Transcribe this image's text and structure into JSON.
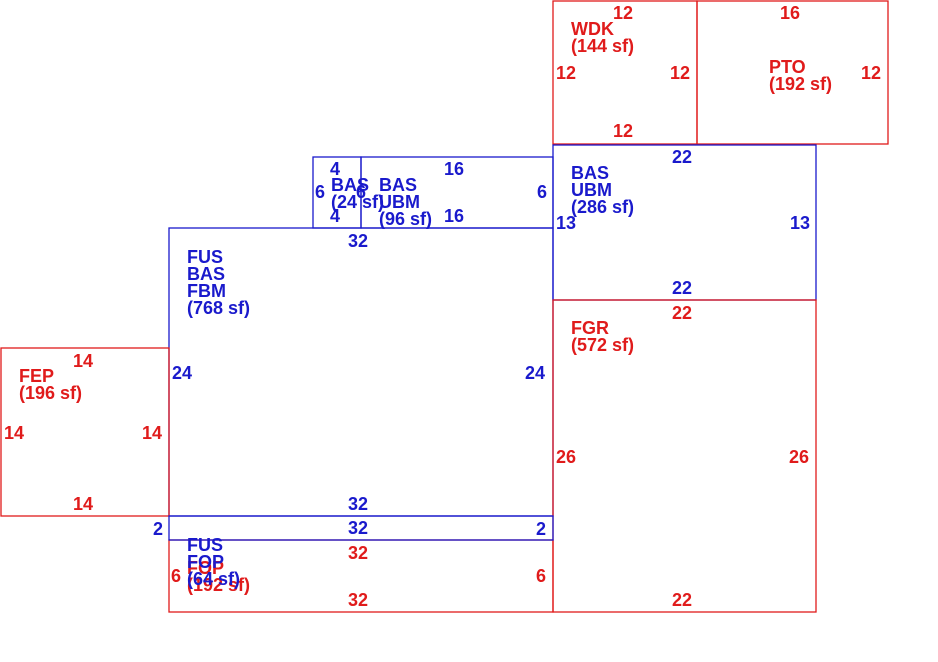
{
  "colors": {
    "red": "#e01b1b",
    "blue": "#1a1acc"
  },
  "areas": {
    "wdk": {
      "codes": [
        "WDK"
      ],
      "area": "(144 sf)",
      "dims": {
        "top": "12",
        "bottom": "12",
        "left": "12",
        "right": "12"
      }
    },
    "pto": {
      "codes": [
        "PTO"
      ],
      "area": "(192 sf)",
      "dims": {
        "top": "16",
        "right": "12"
      }
    },
    "bas_upper": {
      "codes": [
        "BAS",
        "UBM"
      ],
      "area": "(286 sf)",
      "dims": {
        "top": "22",
        "bottom": "22",
        "left": "13",
        "right": "13"
      }
    },
    "bas_small": {
      "codes": [
        "BAS"
      ],
      "area": "(24 sf)",
      "dims": {
        "top": "4",
        "bottom": "4",
        "left": "6",
        "right": "6"
      }
    },
    "bas_ubm_mid": {
      "codes": [
        "BAS",
        "UBM"
      ],
      "area": "(96 sf)",
      "dims": {
        "top": "16",
        "bottom": "16",
        "right": "6"
      }
    },
    "fus_main": {
      "codes": [
        "FUS",
        "BAS",
        "FBM"
      ],
      "area": "(768 sf)",
      "dims": {
        "top": "32",
        "bottom": "32",
        "left": "24",
        "right": "24"
      }
    },
    "fgr": {
      "codes": [
        "FGR"
      ],
      "area": "(572 sf)",
      "dims": {
        "top": "22",
        "bottom": "22",
        "left": "26",
        "right": "26"
      }
    },
    "fep": {
      "codes": [
        "FEP"
      ],
      "area": "(196 sf)",
      "dims": {
        "top": "14",
        "bottom": "14",
        "left": "14",
        "right": "14"
      }
    },
    "fus_strip": {
      "codes": [
        "FUS",
        "FOP"
      ],
      "area": "(64 sf)",
      "dims": {
        "top": "32",
        "left": "2",
        "right": "2"
      }
    },
    "fop": {
      "codes": [
        "FOP"
      ],
      "area": "(192 sf)",
      "dims": {
        "top": "32",
        "bottom": "32",
        "left": "6",
        "right": "6"
      }
    }
  }
}
